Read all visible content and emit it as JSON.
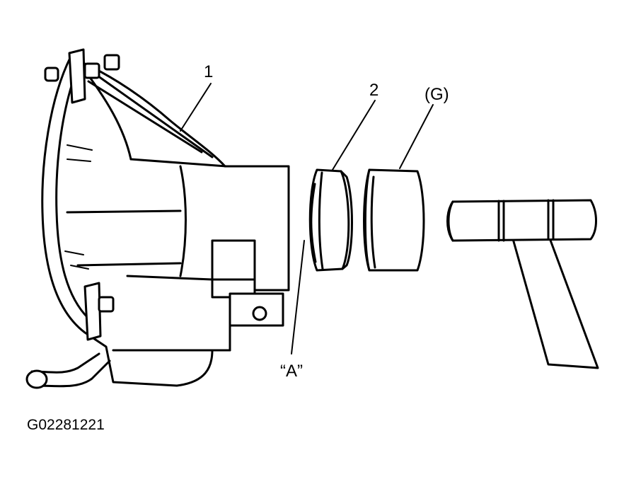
{
  "callouts": {
    "part_1": "1",
    "part_2": "2",
    "tool_g": "(G)",
    "point_a": "“A”"
  },
  "figure_id": "G02281221",
  "colors": {
    "ink": "#000000",
    "paper": "#ffffff"
  }
}
